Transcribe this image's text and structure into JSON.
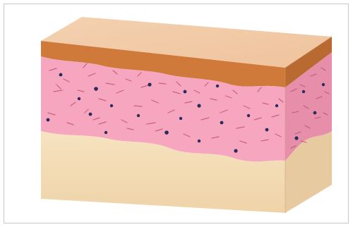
{
  "figure": {
    "subject": "skin-cross-section-block-icon",
    "layers": [
      "epidermis",
      "dermis",
      "hypodermis"
    ],
    "colors": {
      "frame_border": "#c9c9c9",
      "epidermis_top": "#f1c7a2",
      "epidermis_edge": "#cf7a3a",
      "dermis": "#f6a6bf",
      "dermis_side": "#e78faa",
      "hypodermis": "#f3dcb4",
      "hypodermis_side": "#e8caa0",
      "fiber": "#b84b6a",
      "cell": "#2b2b5a"
    }
  }
}
